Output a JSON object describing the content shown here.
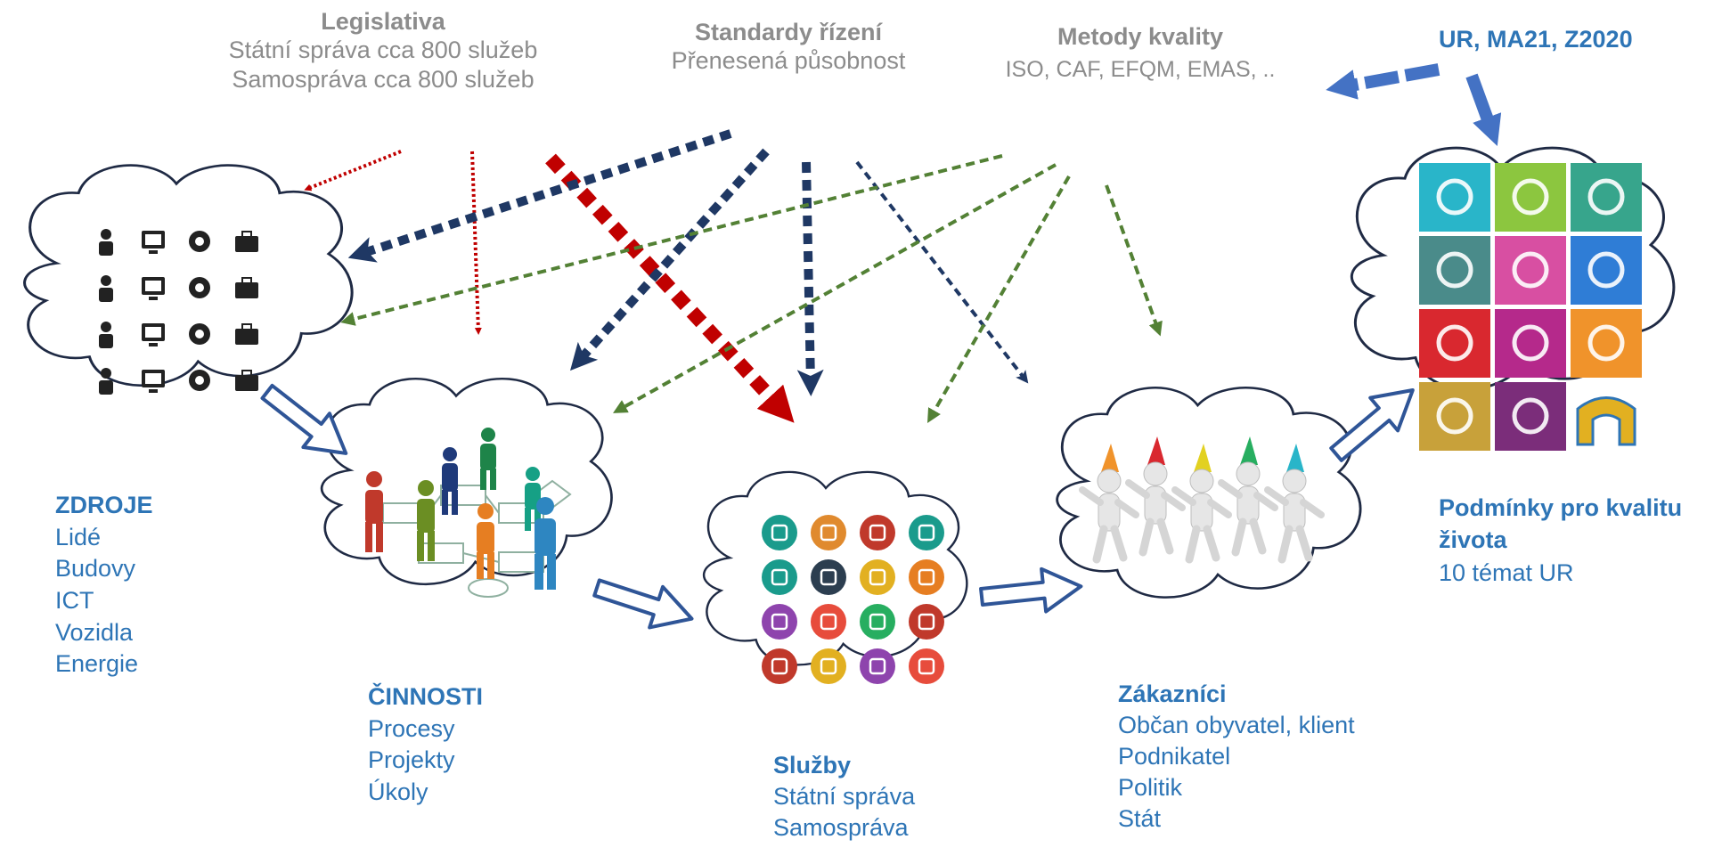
{
  "headers": {
    "legislativa": {
      "title": "Legislativa",
      "lines": [
        "Státní správa  cca 800 služeb",
        "Samospráva cca 800 služeb"
      ]
    },
    "standardy": {
      "title": "Standardy řízení",
      "lines": [
        "Přenesená působnost"
      ]
    },
    "metody": {
      "title": "Metody kvality",
      "lines": [
        "ISO, CAF, EFQM, EMAS, .."
      ]
    },
    "ur": {
      "title": "UR, MA21, Z2020"
    }
  },
  "nodes": {
    "zdroje": {
      "title": "ZDROJE",
      "items": [
        "Lidé",
        "Budovy",
        "ICT",
        "Vozidla",
        "Energie"
      ]
    },
    "cinnosti": {
      "title": "ČINNOSTI",
      "items": [
        "Procesy",
        "Projekty",
        "Úkoly"
      ]
    },
    "sluzby": {
      "title": "Služby",
      "items": [
        "Státní správa",
        "Samospráva"
      ]
    },
    "zakaznici": {
      "title": "Zákazníci",
      "items": [
        "Občan obyvatel, klient",
        "Podnikatel",
        "Politik",
        "Stát"
      ]
    },
    "podminky": {
      "title_line1": "Podmínky pro kvalitu",
      "title_line2": "života",
      "items": [
        "10 témat UR"
      ]
    }
  },
  "colors": {
    "gray_text": "#8c8c8c",
    "blue_text": "#2e75b6",
    "arrow_red": "#c00000",
    "arrow_navy": "#1f3864",
    "arrow_green": "#538135",
    "arrow_blue": "#4472c4",
    "flow_arrow": "#2f5597"
  },
  "icons": {
    "zdroje_grid": [
      "team-icon",
      "businessman-icon",
      "bank-icon",
      "briefcase-icon",
      "monitor-chart-icon",
      "handshake-icon",
      "gears-icon",
      "binoculars-icon",
      "money-bag-icon",
      "meeting-icon",
      "coins-icon",
      "growth-chart-icon",
      "pen-icon",
      "presentation-icon",
      "brain-gears-icon",
      "globe-icon"
    ],
    "sluzby_grid": [
      "water-tap-icon",
      "bulb-icon",
      "car-icon",
      "train-icon",
      "ship-icon",
      "road-icon",
      "document-icon",
      "people-icon",
      "wind-turbine-icon",
      "fire-icon",
      "recycle-icon",
      "phone-icon",
      "ambulance-icon",
      "lightning-icon",
      "house-icon",
      "hydrant-icon"
    ],
    "ur_tiles": [
      "wifi-icon",
      "plant-icon",
      "arrows-out-icon",
      "car-icon",
      "heart-icon",
      "navigation-icon",
      "books-icon",
      "column-icon",
      "people-icon",
      "wheat-icon",
      "ring-icon",
      "arch-blocks-icon"
    ]
  }
}
